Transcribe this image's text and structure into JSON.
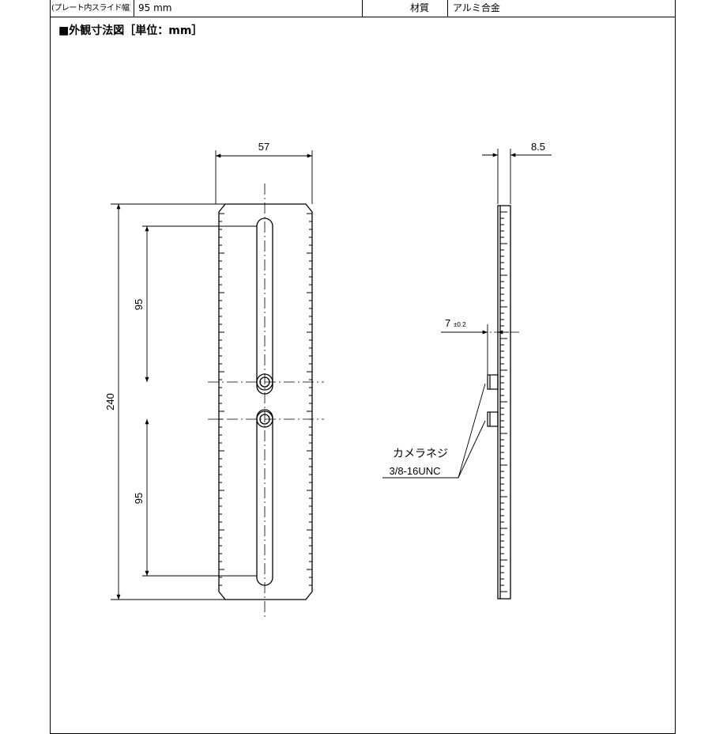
{
  "spec": {
    "slide_label": "(プレート内スライド幅)",
    "slide_value": "95 mm",
    "material_label": "材質",
    "material_value": "アルミ合金"
  },
  "section_title": "■外観寸法図［単位：mm］",
  "dimensions": {
    "width": "57",
    "thickness": "8.5",
    "height": "240",
    "slide_upper": "95",
    "slide_lower": "95",
    "screw_length": "7",
    "screw_tolerance": "±0.2"
  },
  "callout": {
    "line1": "カメラネジ",
    "line2": "3/8-16UNC"
  }
}
